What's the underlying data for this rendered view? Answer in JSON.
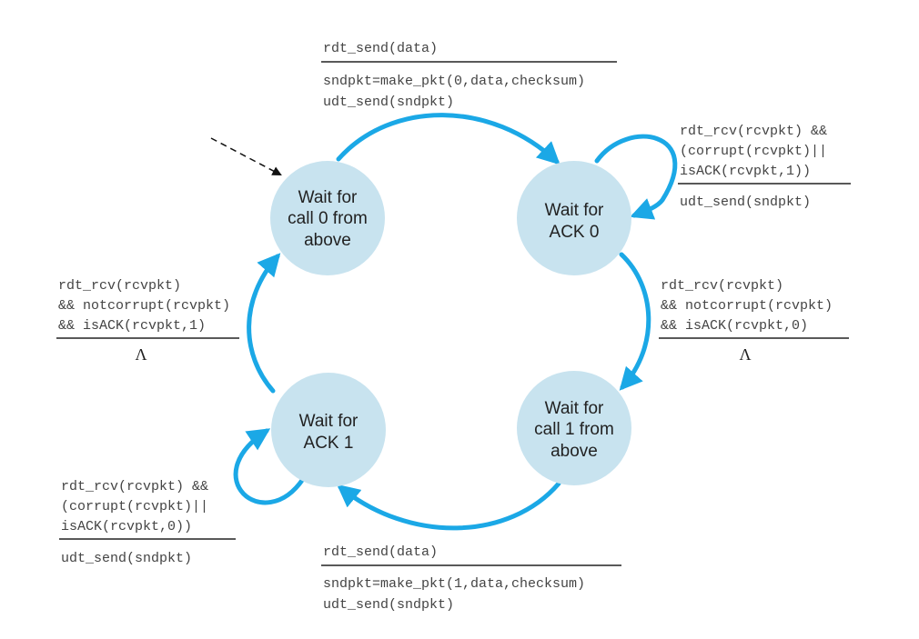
{
  "colors": {
    "state_fill": "#c8e3ef",
    "arrow": "#1ba8e6",
    "rule": "#222222"
  },
  "states": [
    {
      "id": "wait-call-0",
      "lines": [
        "Wait for",
        "call 0 from",
        "above"
      ]
    },
    {
      "id": "wait-ack-0",
      "lines": [
        "Wait for",
        "ACK 0"
      ]
    },
    {
      "id": "wait-call-1",
      "lines": [
        "Wait for",
        "call 1 from",
        "above"
      ]
    },
    {
      "id": "wait-ack-1",
      "lines": [
        "Wait for",
        "ACK 1"
      ]
    }
  ],
  "transitions": {
    "top": {
      "event": [
        "rdt_send(data)"
      ],
      "action": [
        "sndpkt=make_pkt(0,data,checksum)",
        "udt_send(sndpkt)"
      ]
    },
    "ack0_self": {
      "event": [
        "rdt_rcv(rcvpkt) &&",
        "(corrupt(rcvpkt)||",
        "isACK(rcvpkt,1))"
      ],
      "action": [
        "udt_send(sndpkt)"
      ]
    },
    "right": {
      "event": [
        "rdt_rcv(rcvpkt)",
        "&& notcorrupt(rcvpkt)",
        "&& isACK(rcvpkt,0)"
      ],
      "action": [
        "Λ"
      ]
    },
    "left": {
      "event": [
        "rdt_rcv(rcvpkt)",
        "&& notcorrupt(rcvpkt)",
        "&& isACK(rcvpkt,1)"
      ],
      "action": [
        "Λ"
      ]
    },
    "ack1_self": {
      "event": [
        "rdt_rcv(rcvpkt) &&",
        "(corrupt(rcvpkt)||",
        "isACK(rcvpkt,0))"
      ],
      "action": [
        "udt_send(sndpkt)"
      ]
    },
    "bottom": {
      "event": [
        "rdt_send(data)"
      ],
      "action": [
        "sndpkt=make_pkt(1,data,checksum)",
        "udt_send(sndpkt)"
      ]
    }
  }
}
